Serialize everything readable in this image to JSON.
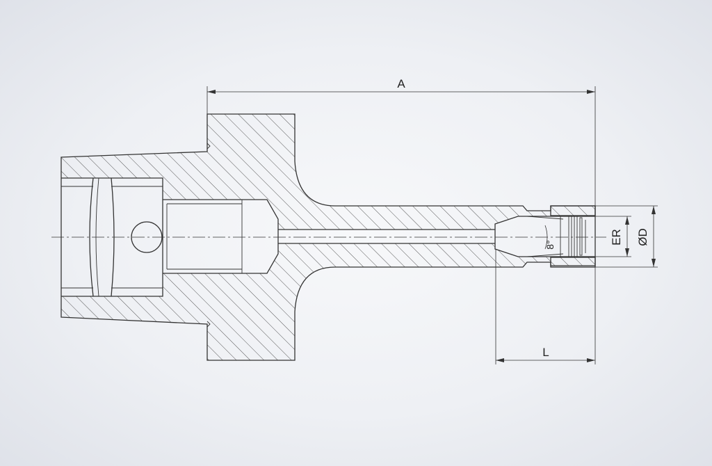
{
  "dimensions": {
    "length_overall": "A",
    "collet_length": "L",
    "collet_size": "ER",
    "outer_diameter": "ØD",
    "taper_angle": "8°"
  },
  "colors": {
    "line": "#333333",
    "background": "#eef0f4"
  }
}
